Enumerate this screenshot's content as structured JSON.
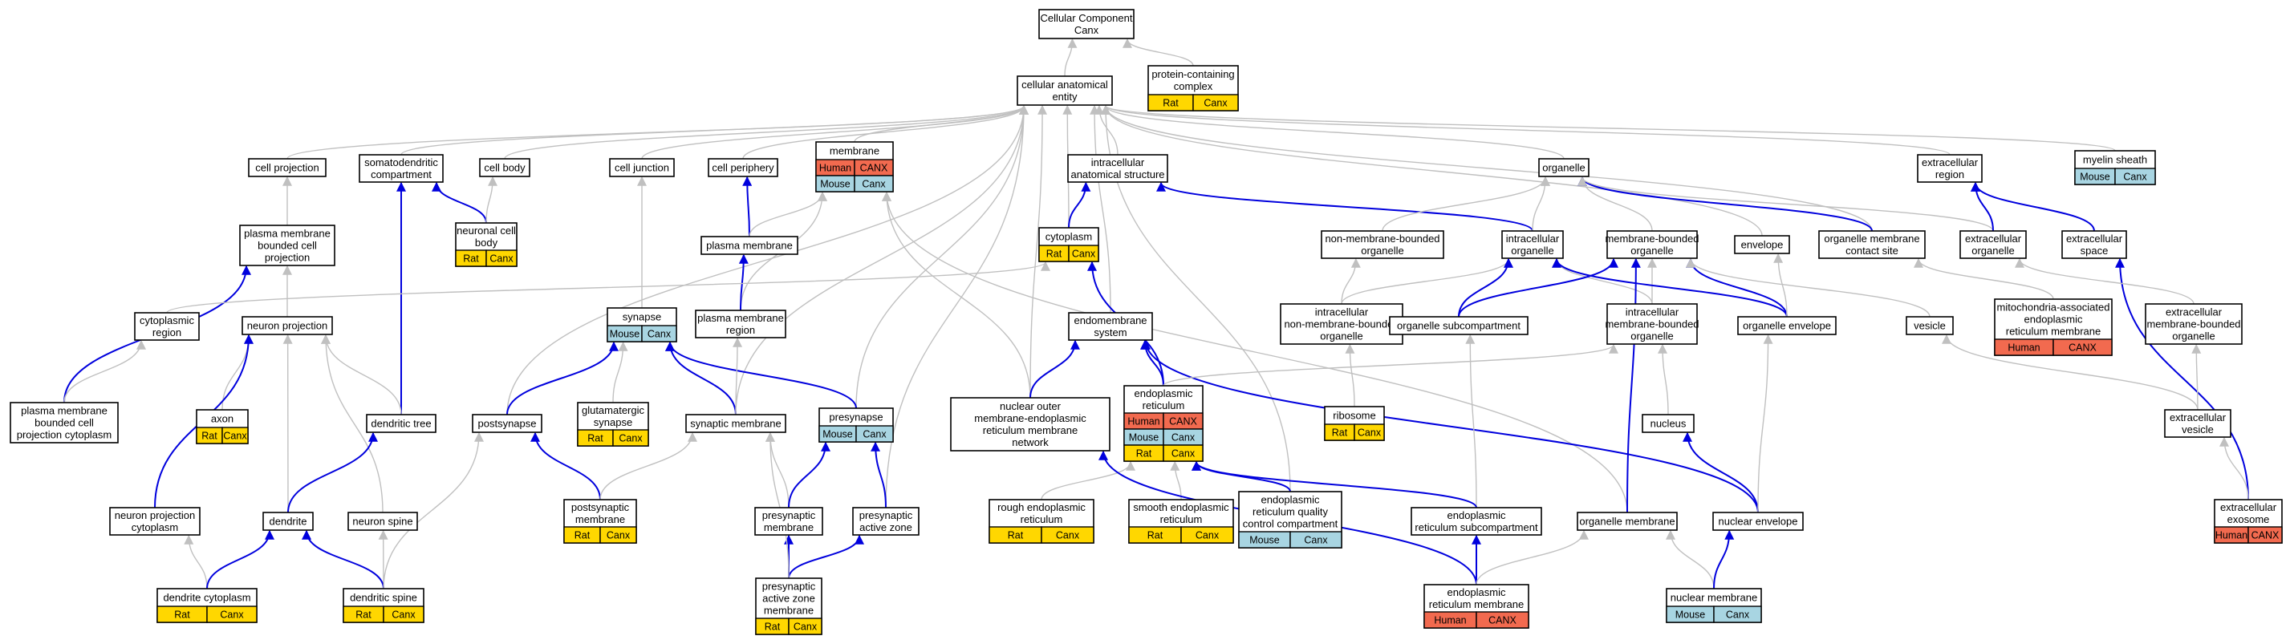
{
  "colors": {
    "human": "#f26a4f",
    "mouse": "#a8d5e2",
    "rat": "#ffd700",
    "edge_gray": "#c0c0c0",
    "edge_blue": "#0000dd"
  },
  "nodes": [
    {
      "id": "root",
      "label": [
        "Cellular Component",
        "Canx"
      ],
      "tags": []
    },
    {
      "id": "cae",
      "label": [
        "cellular anatomical",
        "entity"
      ],
      "tags": []
    },
    {
      "id": "pcc",
      "label": [
        "protein-containing",
        "complex"
      ],
      "tags": [
        "Rat",
        "Canx"
      ]
    },
    {
      "id": "cellproj",
      "label": [
        "cell projection"
      ],
      "tags": []
    },
    {
      "id": "somato",
      "label": [
        "somatodendritic",
        "compartment"
      ],
      "tags": []
    },
    {
      "id": "cellbody",
      "label": [
        "cell body"
      ],
      "tags": []
    },
    {
      "id": "celljunc",
      "label": [
        "cell junction"
      ],
      "tags": []
    },
    {
      "id": "cellper",
      "label": [
        "cell periphery"
      ],
      "tags": []
    },
    {
      "id": "membrane",
      "label": [
        "membrane"
      ],
      "tags": [
        "Human",
        "CANX",
        "Mouse",
        "Canx"
      ]
    },
    {
      "id": "ias",
      "label": [
        "intracellular",
        "anatomical structure"
      ],
      "tags": []
    },
    {
      "id": "organelle",
      "label": [
        "organelle"
      ],
      "tags": []
    },
    {
      "id": "ecr",
      "label": [
        "extracellular",
        "region"
      ],
      "tags": []
    },
    {
      "id": "myelin",
      "label": [
        "myelin sheath"
      ],
      "tags": [
        "Mouse",
        "Canx"
      ]
    },
    {
      "id": "pmbcp",
      "label": [
        "plasma membrane",
        "bounded cell",
        "projection"
      ],
      "tags": []
    },
    {
      "id": "ncb",
      "label": [
        "neuronal cell",
        "body"
      ],
      "tags": [
        "Rat",
        "Canx"
      ]
    },
    {
      "id": "pm",
      "label": [
        "plasma membrane"
      ],
      "tags": []
    },
    {
      "id": "cytoplasm",
      "label": [
        "cytoplasm"
      ],
      "tags": [
        "Rat",
        "Canx"
      ]
    },
    {
      "id": "nmbo",
      "label": [
        "non-membrane-bounded",
        "organelle"
      ],
      "tags": []
    },
    {
      "id": "io",
      "label": [
        "intracellular",
        "organelle"
      ],
      "tags": []
    },
    {
      "id": "mbo",
      "label": [
        "membrane-bounded",
        "organelle"
      ],
      "tags": []
    },
    {
      "id": "envelope",
      "label": [
        "envelope"
      ],
      "tags": []
    },
    {
      "id": "omcs",
      "label": [
        "organelle membrane",
        "contact site"
      ],
      "tags": []
    },
    {
      "id": "eco",
      "label": [
        "extracellular",
        "organelle"
      ],
      "tags": []
    },
    {
      "id": "ecs",
      "label": [
        "extracellular",
        "space"
      ],
      "tags": []
    },
    {
      "id": "cytreg",
      "label": [
        "cytoplasmic",
        "region"
      ],
      "tags": []
    },
    {
      "id": "neurproj",
      "label": [
        "neuron projection"
      ],
      "tags": []
    },
    {
      "id": "synapse",
      "label": [
        "synapse"
      ],
      "tags": [
        "Mouse",
        "Canx"
      ]
    },
    {
      "id": "pmr",
      "label": [
        "plasma membrane",
        "region"
      ],
      "tags": []
    },
    {
      "id": "endosys",
      "label": [
        "endomembrane",
        "system"
      ],
      "tags": []
    },
    {
      "id": "inmbo",
      "label": [
        "intracellular",
        "non-membrane-bounded",
        "organelle"
      ],
      "tags": []
    },
    {
      "id": "osc",
      "label": [
        "organelle subcompartment"
      ],
      "tags": []
    },
    {
      "id": "imbo",
      "label": [
        "intracellular",
        "membrane-bounded",
        "organelle"
      ],
      "tags": []
    },
    {
      "id": "oenv",
      "label": [
        "organelle envelope"
      ],
      "tags": []
    },
    {
      "id": "vesicle",
      "label": [
        "vesicle"
      ],
      "tags": []
    },
    {
      "id": "mam",
      "label": [
        "mitochondria-associated",
        "endoplasmic",
        "reticulum membrane"
      ],
      "tags": [
        "Human",
        "CANX"
      ]
    },
    {
      "id": "embo",
      "label": [
        "extracellular",
        "membrane-bounded",
        "organelle"
      ],
      "tags": []
    },
    {
      "id": "pmbcpc",
      "label": [
        "plasma membrane",
        "bounded cell",
        "projection cytoplasm"
      ],
      "tags": []
    },
    {
      "id": "axon",
      "label": [
        "axon"
      ],
      "tags": [
        "Rat",
        "Canx"
      ]
    },
    {
      "id": "dtree",
      "label": [
        "dendritic tree"
      ],
      "tags": []
    },
    {
      "id": "postsyn",
      "label": [
        "postsynapse"
      ],
      "tags": []
    },
    {
      "id": "glusyn",
      "label": [
        "glutamatergic",
        "synapse"
      ],
      "tags": [
        "Rat",
        "Canx"
      ]
    },
    {
      "id": "synmem",
      "label": [
        "synaptic membrane"
      ],
      "tags": []
    },
    {
      "id": "presyn",
      "label": [
        "presynapse"
      ],
      "tags": [
        "Mouse",
        "Canx"
      ]
    },
    {
      "id": "nuoer",
      "label": [
        "nuclear outer",
        "membrane-endoplasmic",
        "reticulum membrane",
        "network"
      ],
      "tags": []
    },
    {
      "id": "er",
      "label": [
        "endoplasmic",
        "reticulum"
      ],
      "tags": [
        "Human",
        "CANX",
        "Mouse",
        "Canx",
        "Rat",
        "Canx"
      ]
    },
    {
      "id": "ribosome",
      "label": [
        "ribosome"
      ],
      "tags": [
        "Rat",
        "Canx"
      ]
    },
    {
      "id": "nucleus",
      "label": [
        "nucleus"
      ],
      "tags": []
    },
    {
      "id": "ecv",
      "label": [
        "extracellular",
        "vesicle"
      ],
      "tags": []
    },
    {
      "id": "npc",
      "label": [
        "neuron projection",
        "cytoplasm"
      ],
      "tags": []
    },
    {
      "id": "dendrite",
      "label": [
        "dendrite"
      ],
      "tags": []
    },
    {
      "id": "nspine",
      "label": [
        "neuron spine"
      ],
      "tags": []
    },
    {
      "id": "psm",
      "label": [
        "postsynaptic",
        "membrane"
      ],
      "tags": [
        "Rat",
        "Canx"
      ]
    },
    {
      "id": "prem",
      "label": [
        "presynaptic",
        "membrane"
      ],
      "tags": []
    },
    {
      "id": "paz",
      "label": [
        "presynaptic",
        "active zone"
      ],
      "tags": []
    },
    {
      "id": "rer",
      "label": [
        "rough endoplasmic",
        "reticulum"
      ],
      "tags": [
        "Rat",
        "Canx"
      ]
    },
    {
      "id": "ser",
      "label": [
        "smooth endoplasmic",
        "reticulum"
      ],
      "tags": [
        "Rat",
        "Canx"
      ]
    },
    {
      "id": "erqc",
      "label": [
        "endoplasmic",
        "reticulum quality",
        "control compartment"
      ],
      "tags": [
        "Mouse",
        "Canx"
      ]
    },
    {
      "id": "ersub",
      "label": [
        "endoplasmic",
        "reticulum subcompartment"
      ],
      "tags": []
    },
    {
      "id": "omem",
      "label": [
        "organelle membrane"
      ],
      "tags": []
    },
    {
      "id": "nenv",
      "label": [
        "nuclear envelope"
      ],
      "tags": []
    },
    {
      "id": "exo",
      "label": [
        "extracellular",
        "exosome"
      ],
      "tags": [
        "Human",
        "CANX"
      ]
    },
    {
      "id": "dcyt",
      "label": [
        "dendrite cytoplasm"
      ],
      "tags": [
        "Rat",
        "Canx"
      ]
    },
    {
      "id": "dspine",
      "label": [
        "dendritic spine"
      ],
      "tags": [
        "Rat",
        "Canx"
      ]
    },
    {
      "id": "pazm",
      "label": [
        "presynaptic",
        "active zone",
        "membrane"
      ],
      "tags": [
        "Rat",
        "Canx"
      ]
    },
    {
      "id": "erm",
      "label": [
        "endoplasmic",
        "reticulum membrane"
      ],
      "tags": [
        "Human",
        "CANX"
      ]
    },
    {
      "id": "nmem",
      "label": [
        "nuclear membrane"
      ],
      "tags": [
        "Mouse",
        "Canx"
      ]
    }
  ],
  "edges": [
    {
      "from": "cae",
      "to": "root",
      "type": "gray"
    },
    {
      "from": "pcc",
      "to": "root",
      "type": "gray"
    },
    {
      "from": "cellproj",
      "to": "cae",
      "type": "gray"
    },
    {
      "from": "somato",
      "to": "cae",
      "type": "gray"
    },
    {
      "from": "cellbody",
      "to": "cae",
      "type": "gray"
    },
    {
      "from": "celljunc",
      "to": "cae",
      "type": "gray"
    },
    {
      "from": "cellper",
      "to": "cae",
      "type": "gray"
    },
    {
      "from": "membrane",
      "to": "cae",
      "type": "gray"
    },
    {
      "from": "ias",
      "to": "cae",
      "type": "gray"
    },
    {
      "from": "organelle",
      "to": "cae",
      "type": "gray"
    },
    {
      "from": "ecr",
      "to": "cae",
      "type": "gray"
    },
    {
      "from": "myelin",
      "to": "cae",
      "type": "gray"
    },
    {
      "from": "envelope",
      "to": "cae",
      "type": "gray"
    },
    {
      "from": "omcs",
      "to": "cae",
      "type": "gray"
    },
    {
      "from": "postsyn",
      "to": "cae",
      "type": "gray"
    },
    {
      "from": "presyn",
      "to": "cae",
      "type": "gray"
    },
    {
      "from": "synmem",
      "to": "cae",
      "type": "gray"
    },
    {
      "from": "cytoplasm",
      "to": "cae",
      "type": "gray"
    },
    {
      "from": "endosys",
      "to": "cae",
      "type": "gray"
    },
    {
      "from": "erqc",
      "to": "cae",
      "type": "gray"
    },
    {
      "from": "nuoer",
      "to": "cae",
      "type": "gray"
    },
    {
      "from": "paz",
      "to": "cae",
      "type": "gray"
    },
    {
      "from": "pmbcp",
      "to": "cellproj",
      "type": "gray"
    },
    {
      "from": "ncb",
      "to": "somato",
      "type": "blue"
    },
    {
      "from": "ncb",
      "to": "cellbody",
      "type": "gray"
    },
    {
      "from": "dtree",
      "to": "somato",
      "type": "blue"
    },
    {
      "from": "synapse",
      "to": "celljunc",
      "type": "gray"
    },
    {
      "from": "pm",
      "to": "cellper",
      "type": "blue"
    },
    {
      "from": "pm",
      "to": "membrane",
      "type": "gray"
    },
    {
      "from": "pmr",
      "to": "membrane",
      "type": "gray"
    },
    {
      "from": "pmr",
      "to": "pm",
      "type": "blue"
    },
    {
      "from": "nuoer",
      "to": "membrane",
      "type": "gray"
    },
    {
      "from": "omem",
      "to": "membrane",
      "type": "gray"
    },
    {
      "from": "cytoplasm",
      "to": "ias",
      "type": "blue"
    },
    {
      "from": "io",
      "to": "ias",
      "type": "blue"
    },
    {
      "from": "nmbo",
      "to": "organelle",
      "type": "gray"
    },
    {
      "from": "io",
      "to": "organelle",
      "type": "gray"
    },
    {
      "from": "mbo",
      "to": "organelle",
      "type": "gray"
    },
    {
      "from": "omcs",
      "to": "organelle",
      "type": "blue"
    },
    {
      "from": "eco",
      "to": "organelle",
      "type": "gray"
    },
    {
      "from": "eco",
      "to": "ecr",
      "type": "blue"
    },
    {
      "from": "ecs",
      "to": "ecr",
      "type": "blue"
    },
    {
      "from": "exo",
      "to": "ecs",
      "type": "blue"
    },
    {
      "from": "neurproj",
      "to": "pmbcp",
      "type": "gray"
    },
    {
      "from": "pmbcpc",
      "to": "pmbcp",
      "type": "blue"
    },
    {
      "from": "cytreg",
      "to": "cytoplasm",
      "type": "gray"
    },
    {
      "from": "inmbo",
      "to": "nmbo",
      "type": "gray"
    },
    {
      "from": "inmbo",
      "to": "io",
      "type": "gray"
    },
    {
      "from": "imbo",
      "to": "io",
      "type": "gray"
    },
    {
      "from": "osc",
      "to": "io",
      "type": "blue"
    },
    {
      "from": "imbo",
      "to": "mbo",
      "type": "gray"
    },
    {
      "from": "osc",
      "to": "mbo",
      "type": "blue"
    },
    {
      "from": "oenv",
      "to": "mbo",
      "type": "blue"
    },
    {
      "from": "oenv",
      "to": "io",
      "type": "blue"
    },
    {
      "from": "oenv",
      "to": "envelope",
      "type": "gray"
    },
    {
      "from": "vesicle",
      "to": "mbo",
      "type": "gray"
    },
    {
      "from": "mam",
      "to": "omcs",
      "type": "gray"
    },
    {
      "from": "embo",
      "to": "eco",
      "type": "gray"
    },
    {
      "from": "pmbcpc",
      "to": "cytreg",
      "type": "gray"
    },
    {
      "from": "axon",
      "to": "neurproj",
      "type": "gray"
    },
    {
      "from": "dtree",
      "to": "neurproj",
      "type": "gray"
    },
    {
      "from": "npc",
      "to": "neurproj",
      "type": "blue"
    },
    {
      "from": "dendrite",
      "to": "neurproj",
      "type": "gray"
    },
    {
      "from": "nspine",
      "to": "neurproj",
      "type": "gray"
    },
    {
      "from": "postsyn",
      "to": "synapse",
      "type": "blue"
    },
    {
      "from": "glusyn",
      "to": "synapse",
      "type": "gray"
    },
    {
      "from": "synmem",
      "to": "synapse",
      "type": "blue"
    },
    {
      "from": "presyn",
      "to": "synapse",
      "type": "blue"
    },
    {
      "from": "synmem",
      "to": "pmr",
      "type": "gray"
    },
    {
      "from": "nuoer",
      "to": "endosys",
      "type": "blue"
    },
    {
      "from": "er",
      "to": "endosys",
      "type": "blue"
    },
    {
      "from": "nenv",
      "to": "endosys",
      "type": "blue"
    },
    {
      "from": "er",
      "to": "cytoplasm",
      "type": "blue"
    },
    {
      "from": "er",
      "to": "imbo",
      "type": "gray"
    },
    {
      "from": "ribosome",
      "to": "inmbo",
      "type": "gray"
    },
    {
      "from": "ersub",
      "to": "osc",
      "type": "gray"
    },
    {
      "from": "nucleus",
      "to": "imbo",
      "type": "gray"
    },
    {
      "from": "nenv",
      "to": "nucleus",
      "type": "blue"
    },
    {
      "from": "nenv",
      "to": "oenv",
      "type": "gray"
    },
    {
      "from": "omem",
      "to": "mbo",
      "type": "blue"
    },
    {
      "from": "ecv",
      "to": "vesicle",
      "type": "gray"
    },
    {
      "from": "ecv",
      "to": "embo",
      "type": "gray"
    },
    {
      "from": "exo",
      "to": "ecv",
      "type": "gray"
    },
    {
      "from": "dcyt",
      "to": "npc",
      "type": "gray"
    },
    {
      "from": "dcyt",
      "to": "dendrite",
      "type": "blue"
    },
    {
      "from": "dendrite",
      "to": "dtree",
      "type": "blue"
    },
    {
      "from": "dspine",
      "to": "nspine",
      "type": "gray"
    },
    {
      "from": "dspine",
      "to": "dendrite",
      "type": "blue"
    },
    {
      "from": "dspine",
      "to": "postsyn",
      "type": "gray"
    },
    {
      "from": "psm",
      "to": "postsyn",
      "type": "blue"
    },
    {
      "from": "psm",
      "to": "synmem",
      "type": "gray"
    },
    {
      "from": "prem",
      "to": "synmem",
      "type": "gray"
    },
    {
      "from": "prem",
      "to": "presyn",
      "type": "blue"
    },
    {
      "from": "paz",
      "to": "presyn",
      "type": "blue"
    },
    {
      "from": "pazm",
      "to": "prem",
      "type": "blue"
    },
    {
      "from": "pazm",
      "to": "paz",
      "type": "blue"
    },
    {
      "from": "pazm",
      "to": "synmem",
      "type": "gray"
    },
    {
      "from": "rer",
      "to": "er",
      "type": "gray"
    },
    {
      "from": "ser",
      "to": "er",
      "type": "gray"
    },
    {
      "from": "erqc",
      "to": "er",
      "type": "blue"
    },
    {
      "from": "ersub",
      "to": "er",
      "type": "blue"
    },
    {
      "from": "erm",
      "to": "ersub",
      "type": "blue"
    },
    {
      "from": "erm",
      "to": "nuoer",
      "type": "blue"
    },
    {
      "from": "erm",
      "to": "omem",
      "type": "gray"
    },
    {
      "from": "nmem",
      "to": "omem",
      "type": "gray"
    },
    {
      "from": "nmem",
      "to": "nenv",
      "type": "blue"
    }
  ]
}
